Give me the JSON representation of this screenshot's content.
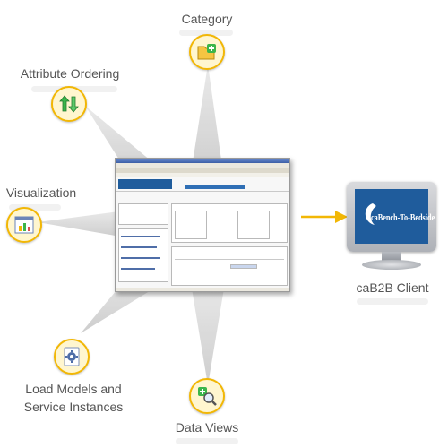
{
  "nodes": {
    "category": {
      "label": "Category",
      "icon": "folder-add-icon"
    },
    "attribute_ordering": {
      "label": "Attribute Ordering",
      "icon": "reorder-arrows-icon"
    },
    "visualization": {
      "label": "Visualization",
      "icon": "bar-chart-window-icon"
    },
    "load_models": {
      "label": "Load Models and\nService Instances",
      "icon": "gear-document-icon"
    },
    "data_views": {
      "label": "Data Views",
      "icon": "magnify-add-icon"
    },
    "client": {
      "label": "caB2B Client",
      "screen_text": "caBench-To-Bedside",
      "icon": "monitor-icon"
    }
  },
  "colors": {
    "badge_ring": "#f2b705",
    "arrow": "#f2b705",
    "star": "#d3d3d3",
    "label": "#555555",
    "client_screen": "#1f5c9c"
  }
}
